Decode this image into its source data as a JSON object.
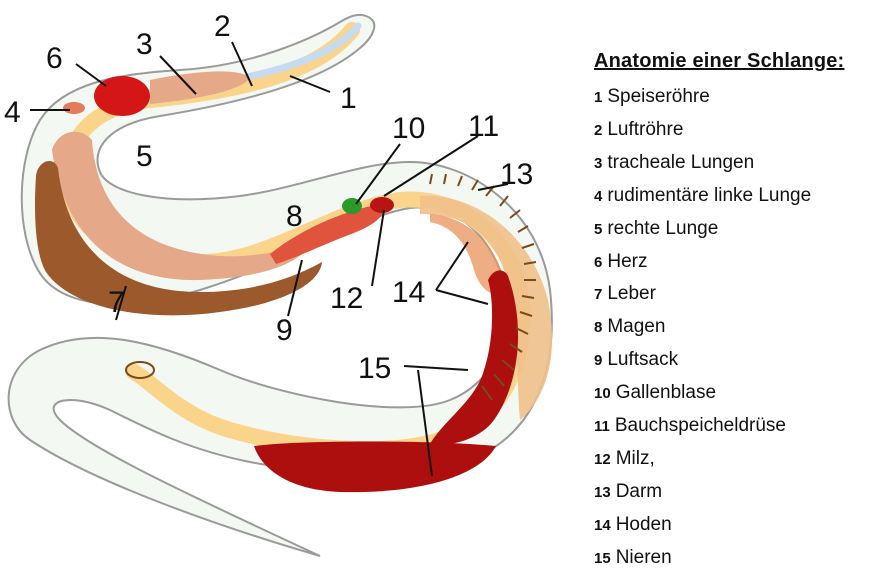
{
  "legend": {
    "title": "Anatomie einer Schlange:",
    "items": [
      {
        "num": "1",
        "label": "Speiseröhre"
      },
      {
        "num": "2",
        "label": "Luftröhre"
      },
      {
        "num": "3",
        "label": "tracheale Lungen"
      },
      {
        "num": "4",
        "label": "rudimentäre linke Lunge"
      },
      {
        "num": "5",
        "label": "rechte Lunge"
      },
      {
        "num": "6",
        "label": "Herz"
      },
      {
        "num": "7",
        "label": "Leber"
      },
      {
        "num": "8",
        "label": "Magen"
      },
      {
        "num": "9",
        "label": "Luftsack"
      },
      {
        "num": "10",
        "label": "Gallenblase"
      },
      {
        "num": "11",
        "label": "Bauchspeicheldrüse"
      },
      {
        "num": "12",
        "label": "Milz,"
      },
      {
        "num": "13",
        "label": "Darm"
      },
      {
        "num": "14",
        "label": "Hoden"
      },
      {
        "num": "15",
        "label": "Nieren"
      }
    ]
  },
  "diagram": {
    "callouts": {
      "n1": "1",
      "n2": "2",
      "n3": "3",
      "n4": "4",
      "n5": "5",
      "n6": "6",
      "n7": "7",
      "n8": "8",
      "n9": "9",
      "n10": "10",
      "n11": "11",
      "n12": "12",
      "n13": "13",
      "n14": "14",
      "n15": "15"
    }
  },
  "colors": {
    "body": "#f4f8f2",
    "outline": "#9a9a9a",
    "esophagus": "#fbd48c",
    "trachea": "#c6dbf1",
    "lung": "#e5a888",
    "heart": "#d41616",
    "liver": "#9c5a2c",
    "stomach": "#e0533c",
    "gallbladder": "#2a9a2a",
    "spleen": "#b81414",
    "intestine": "#f0c08a",
    "kidney": "#ad0e0e"
  }
}
